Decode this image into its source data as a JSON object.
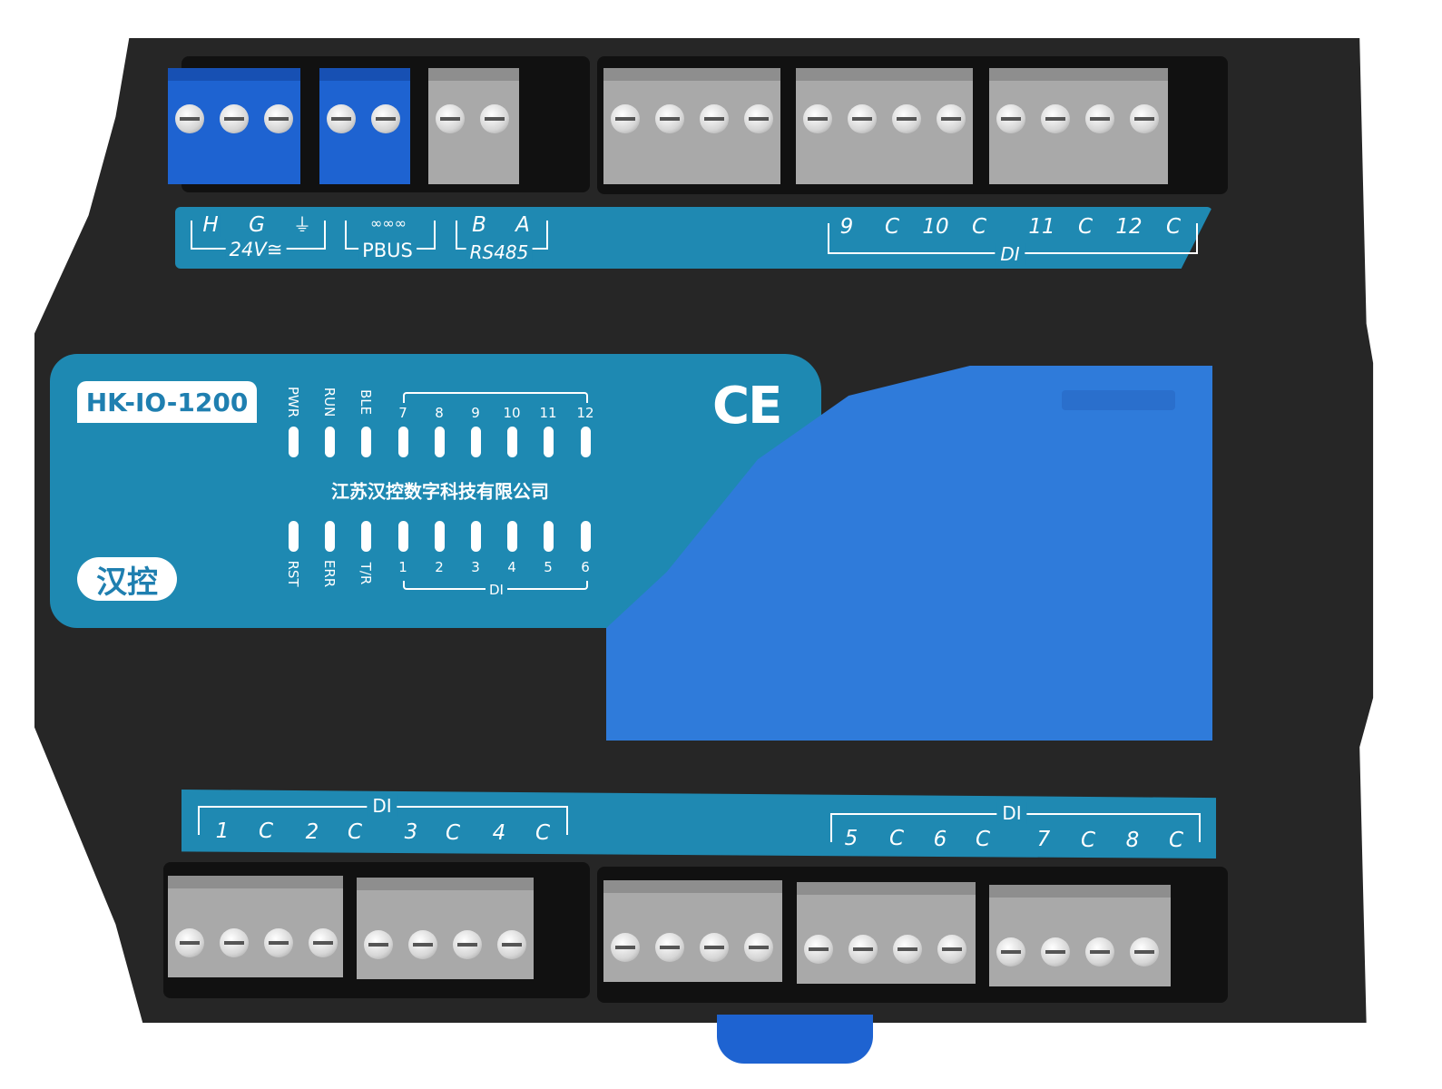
{
  "product": {
    "model": "HK-IO-1200",
    "logo_text": "汉控",
    "certification": "CE",
    "manufacturer": "江苏汉控数字科技有限公司"
  },
  "top_strip": {
    "power": {
      "h": "H",
      "g": "G",
      "ground": "⏚",
      "voltage": "24V≅"
    },
    "pbus": {
      "twist": "∞∞∞",
      "label": "PBUS"
    },
    "rs485": {
      "b": "B",
      "a": "A",
      "label": "RS485"
    },
    "di_group": {
      "terminals": [
        "9",
        "C",
        "10",
        "C",
        "11",
        "C",
        "12",
        "C"
      ],
      "label": "DI"
    }
  },
  "led_panel": {
    "top_labels": [
      "PWR",
      "RUN",
      "BLE",
      "7",
      "8",
      "9",
      "10",
      "11",
      "12"
    ],
    "bottom_labels": [
      "RST",
      "ERR",
      "T/R",
      "1",
      "2",
      "3",
      "4",
      "5",
      "6"
    ],
    "di_label": "DI"
  },
  "bottom_strip": {
    "left_group": {
      "label": "DI",
      "terminals": [
        "1",
        "C",
        "2",
        "C",
        "3",
        "C",
        "4",
        "C"
      ]
    },
    "right_group": {
      "label": "DI",
      "terminals": [
        "5",
        "C",
        "6",
        "C",
        "7",
        "C",
        "8",
        "C"
      ]
    }
  },
  "colors": {
    "housing": "#262626",
    "label_blue": "#1f89b2",
    "cover_blue": "#2f7bda",
    "terminal_grey": "#a9a9a9",
    "terminal_blue": "#1e63d1"
  }
}
